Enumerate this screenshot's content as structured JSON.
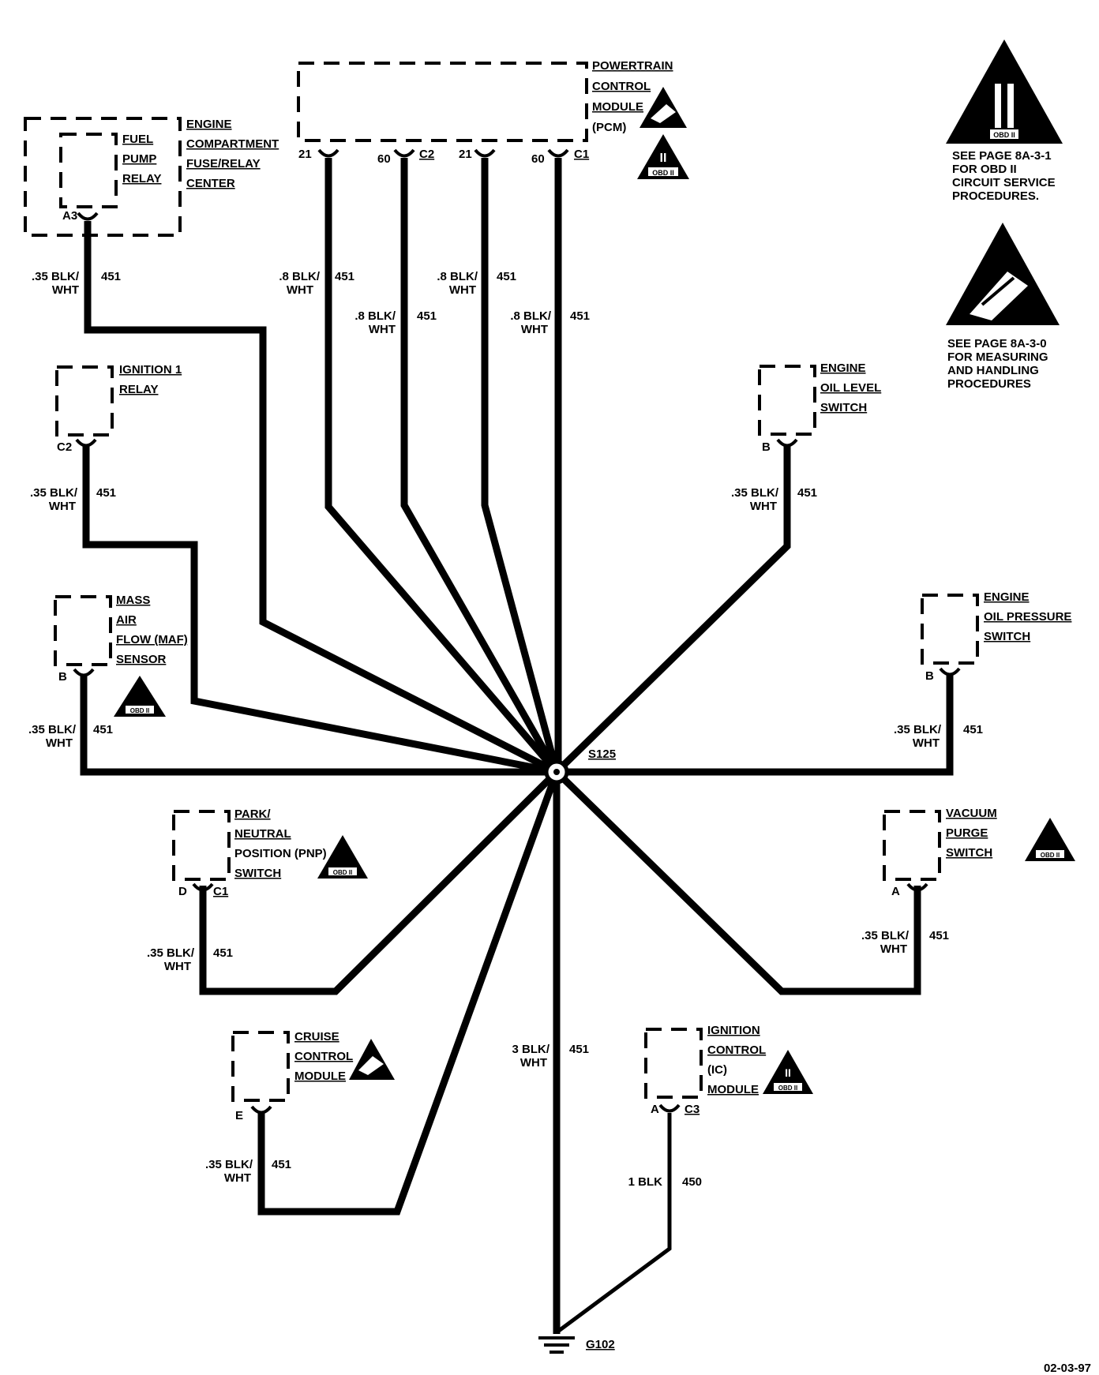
{
  "components": {
    "pcm": {
      "lines": [
        "POWERTRAIN",
        "CONTROL",
        "MODULE",
        "(PCM)"
      ]
    },
    "pcm_pins": {
      "p1": "21",
      "p2": "60",
      "p2c": "C2",
      "p3": "21",
      "p4": "60",
      "p4c": "C1"
    },
    "fuse_center": {
      "lines": [
        "ENGINE",
        "COMPARTMENT",
        "FUSE/RELAY",
        "CENTER"
      ]
    },
    "fuel_pump_relay": {
      "lines": [
        "FUEL",
        "PUMP",
        "RELAY"
      ],
      "pin": "A3"
    },
    "ign1_relay": {
      "lines": [
        "IGNITION 1",
        "RELAY"
      ],
      "pin": "C2"
    },
    "maf": {
      "lines": [
        "MASS",
        "AIR",
        "FLOW (MAF)",
        "SENSOR"
      ],
      "pin": "B"
    },
    "pnp": {
      "lines": [
        "PARK/",
        "NEUTRAL",
        "POSITION (PNP)",
        "SWITCH"
      ],
      "pin": "D",
      "conn": "C1"
    },
    "cruise": {
      "lines": [
        "CRUISE",
        "CONTROL",
        "MODULE"
      ],
      "pin": "E"
    },
    "oil_level": {
      "lines": [
        "ENGINE",
        "OIL LEVEL",
        "SWITCH"
      ],
      "pin": "B"
    },
    "oil_pressure": {
      "lines": [
        "ENGINE",
        "OIL PRESSURE",
        "SWITCH"
      ],
      "pin": "B"
    },
    "vacuum_purge": {
      "lines": [
        "VACUUM",
        "PURGE",
        "SWITCH"
      ],
      "pin": "A"
    },
    "icm": {
      "lines": [
        "IGNITION",
        "CONTROL",
        "(IC)",
        "MODULE"
      ],
      "pin": "A",
      "conn": "C3"
    }
  },
  "wires": {
    "fuel_pump": {
      "gauge": ".35 BLK/",
      "color2": "WHT",
      "circuit": "451"
    },
    "pcm_a": {
      "gauge": ".8 BLK/",
      "color2": "WHT",
      "circuit": "451"
    },
    "pcm_b": {
      "gauge": ".8 BLK/",
      "color2": "WHT",
      "circuit": "451"
    },
    "pcm_c": {
      "gauge": ".8 BLK/",
      "color2": "WHT",
      "circuit": "451"
    },
    "pcm_d": {
      "gauge": ".8 BLK/",
      "color2": "WHT",
      "circuit": "451"
    },
    "ign1": {
      "gauge": ".35 BLK/",
      "color2": "WHT",
      "circuit": "451"
    },
    "maf": {
      "gauge": ".35 BLK/",
      "color2": "WHT",
      "circuit": "451"
    },
    "oil_level": {
      "gauge": ".35 BLK/",
      "color2": "WHT",
      "circuit": "451"
    },
    "oil_pressure": {
      "gauge": ".35 BLK/",
      "color2": "WHT",
      "circuit": "451"
    },
    "pnp": {
      "gauge": ".35 BLK/",
      "color2": "WHT",
      "circuit": "451"
    },
    "vacuum_purge": {
      "gauge": ".35 BLK/",
      "color2": "WHT",
      "circuit": "451"
    },
    "ground": {
      "gauge": "3 BLK/",
      "color2": "WHT",
      "circuit": "451"
    },
    "cruise": {
      "gauge": ".35 BLK/",
      "color2": "WHT",
      "circuit": "451"
    },
    "icm": {
      "gauge": "1 BLK",
      "circuit": "450"
    }
  },
  "splice": {
    "label": "S125"
  },
  "ground": {
    "label": "G102"
  },
  "symbols": {
    "obd_badge": "OBD II",
    "obd_numeral": "II"
  },
  "notes": {
    "obd": [
      "SEE PAGE 8A-3-1",
      "FOR OBD II",
      "CIRCUIT SERVICE",
      "PROCEDURES."
    ],
    "esd": [
      "SEE PAGE 8A-3-0",
      "FOR MEASURING",
      "AND HANDLING",
      "PROCEDURES"
    ]
  },
  "footer": {
    "date": "02-03-97"
  }
}
